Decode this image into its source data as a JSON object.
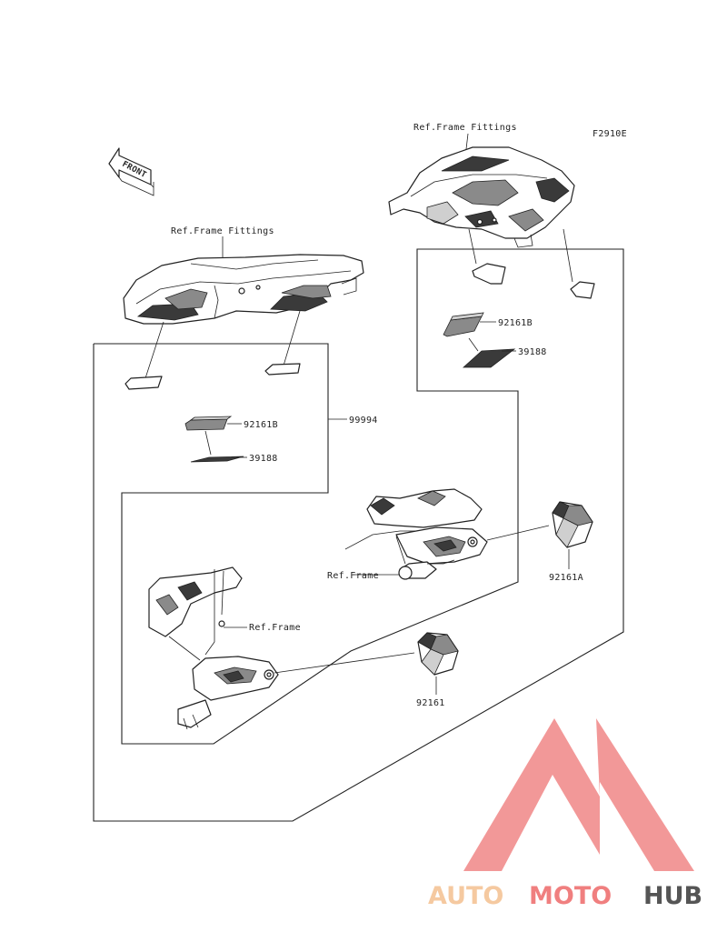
{
  "diagram_code": "F2910E",
  "front_label": "FRONT",
  "ref_frame_fittings_labels": [
    "Ref.Frame Fittings",
    "Ref.Frame Fittings"
  ],
  "ref_frame_labels": [
    "Ref.Frame",
    "Ref.Frame"
  ],
  "part_numbers": {
    "kit": "99994",
    "bracket_left_pad": "92161B",
    "bracket_left_sheet": "39188",
    "bracket_right_pad": "92161B",
    "bracket_right_sheet": "39188",
    "slider_right": "92161A",
    "slider_left": "92161"
  },
  "watermark": {
    "word_a": "AUTO",
    "word_b": "MOTO",
    "word_c": "HUB",
    "colors": {
      "light": "#f5c9a0",
      "accent": "#f07f7f",
      "dark": "#555555"
    }
  }
}
